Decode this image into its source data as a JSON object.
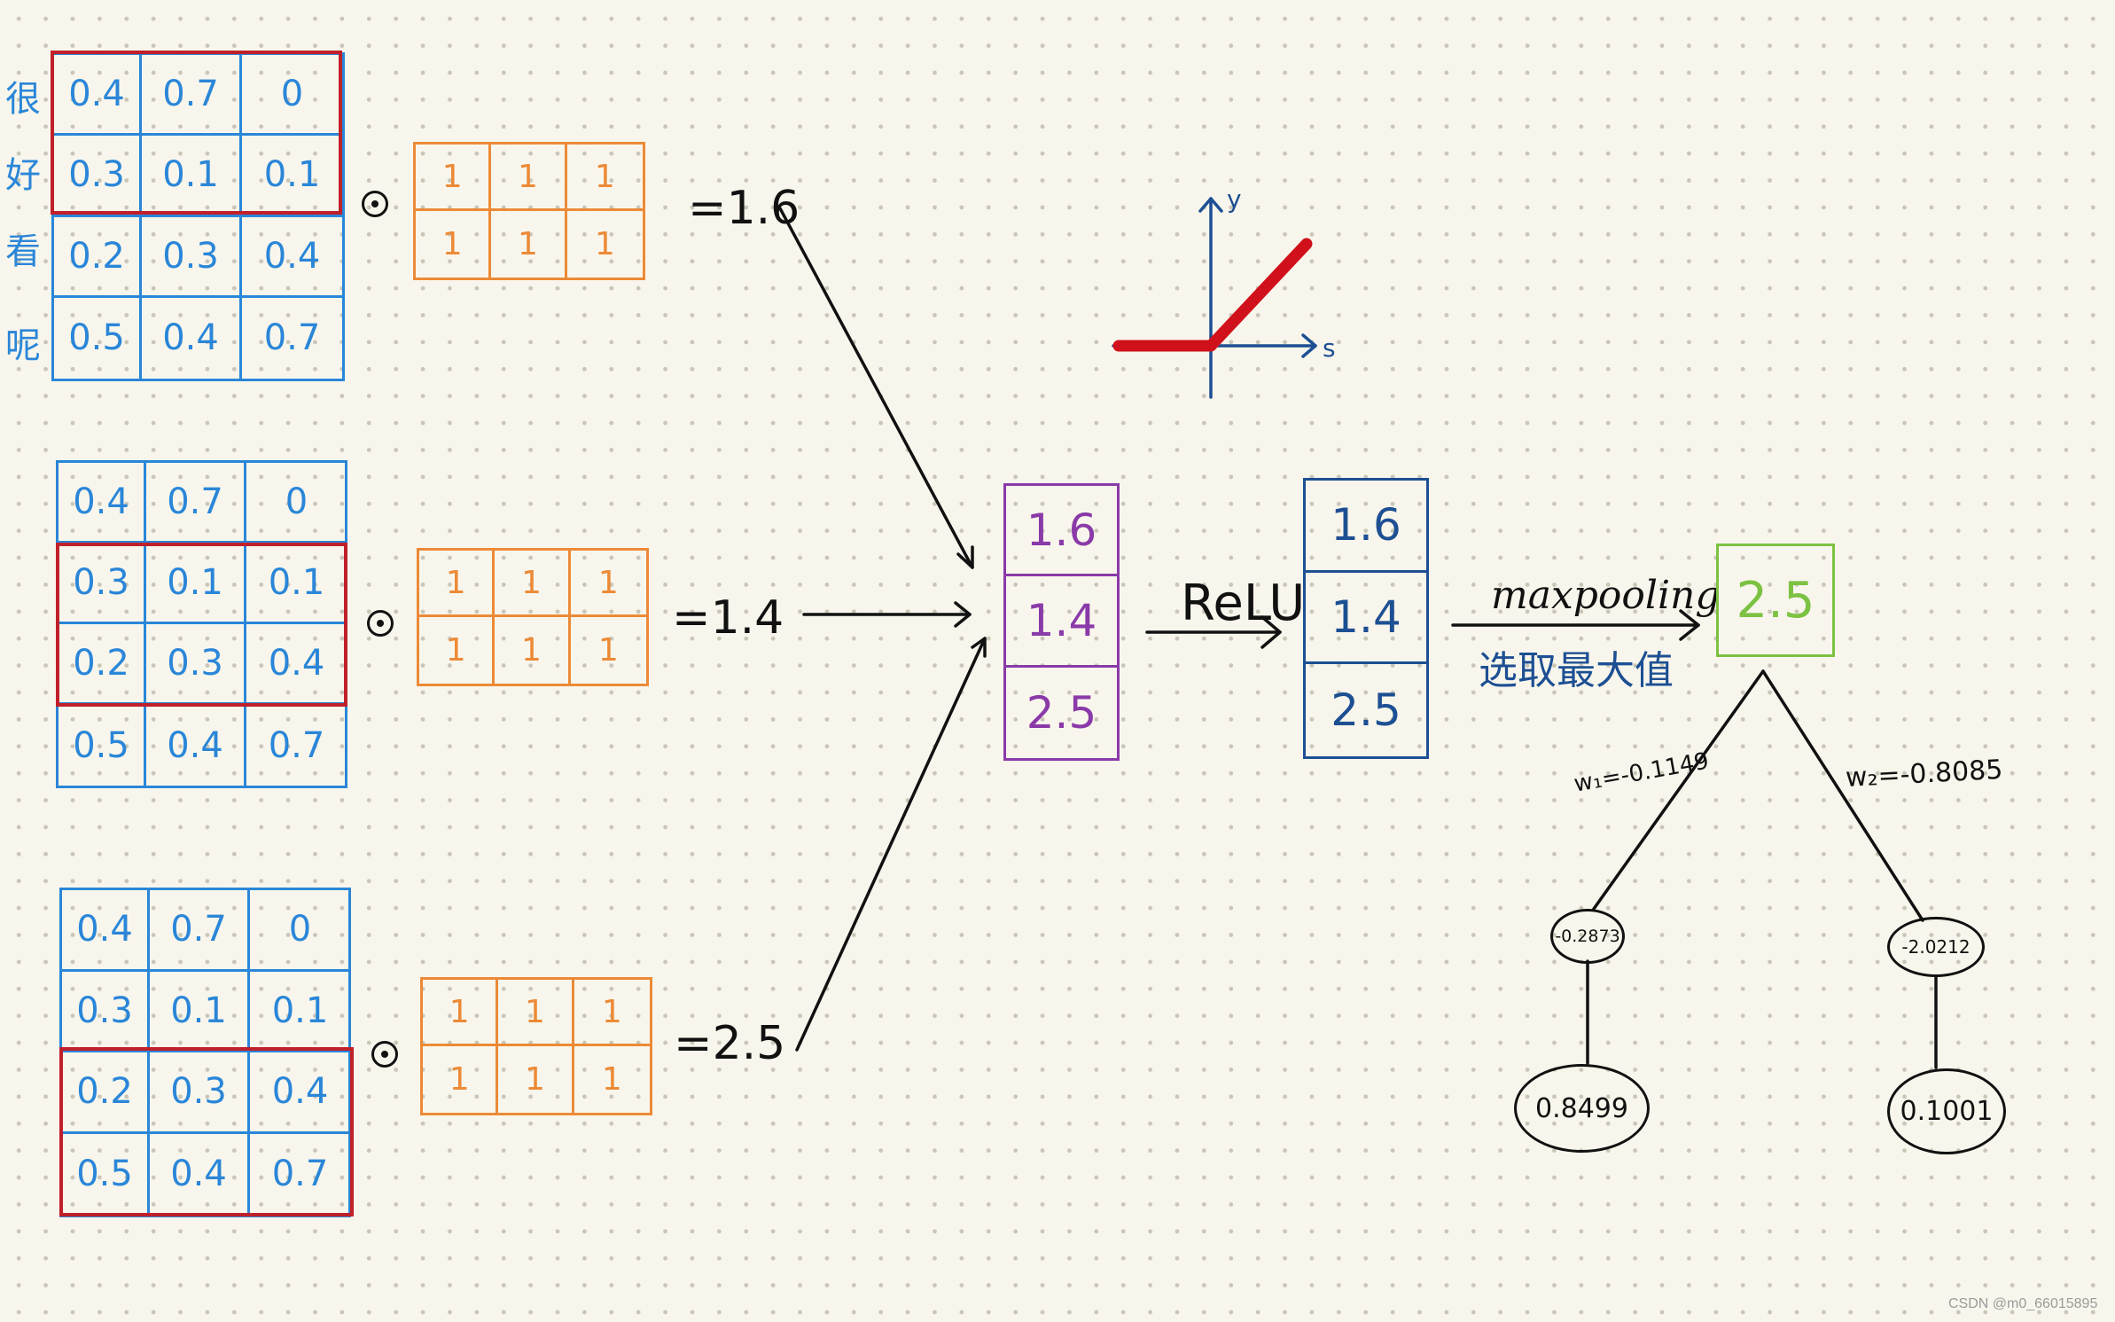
{
  "row_labels": [
    "很",
    "好",
    "看",
    "呢"
  ],
  "matrix": [
    [
      "0.4",
      "0.7",
      "0"
    ],
    [
      "0.3",
      "0.1",
      "0.1"
    ],
    [
      "0.2",
      "0.3",
      "0.4"
    ],
    [
      "0.5",
      "0.4",
      "0.7"
    ]
  ],
  "kernel": [
    [
      "1",
      "1",
      "1"
    ],
    [
      "1",
      "1",
      "1"
    ]
  ],
  "results": [
    "=1.6",
    "=1.4",
    "=2.5"
  ],
  "conv_output": [
    "1.6",
    "1.4",
    "2.5"
  ],
  "relu_label": "ReLU",
  "relu_output": [
    "1.6",
    "1.4",
    "2.5"
  ],
  "relu_plot": {
    "y_label": "y",
    "x_label": "s"
  },
  "maxpool_label": "maxpooling",
  "maxpool_note": "选取最大值",
  "maxpool_value": "2.5",
  "weights": {
    "w1": "w₁=-0.1149",
    "w2": "w₂=-0.8085"
  },
  "hidden_nodes": [
    "-0.2873",
    "-2.0212"
  ],
  "output_nodes": [
    "0.8499",
    "0.1001"
  ],
  "watermark": "CSDN @m0_66015895",
  "colors": {
    "matrix": "#2a86d8",
    "kernel": "#ec8a37",
    "window": "#c0202a",
    "conv": "#8a3aa8",
    "relu": "#1d4f93",
    "pool": "#7cc242",
    "relu_curve": "#d0101a"
  }
}
